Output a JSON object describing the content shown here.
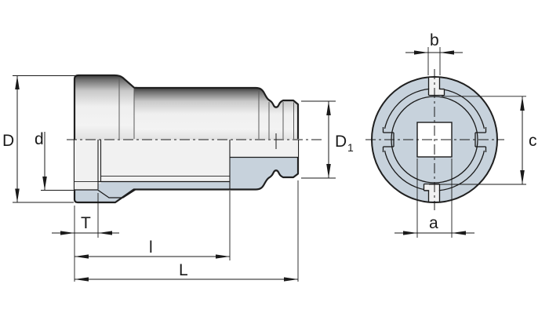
{
  "drawing": {
    "type": "technical-drawing",
    "description": "impact socket side section and end view",
    "colors": {
      "outline": "#1a1a1a",
      "section_fill": "#c7d2dc",
      "bore_fill": "#f1f1f1",
      "background": "#ffffff"
    },
    "side_view": {
      "labels": {
        "outer_diameter": "D",
        "bore_diameter": "d",
        "slot_depth": "T",
        "inner_length": "l",
        "total_length": "L",
        "drive_diameter_base": "D",
        "drive_diameter_sub": "1"
      }
    },
    "end_view": {
      "labels": {
        "slot_width": "b",
        "slot_bottom_distance": "c",
        "square_width": "a"
      }
    }
  }
}
